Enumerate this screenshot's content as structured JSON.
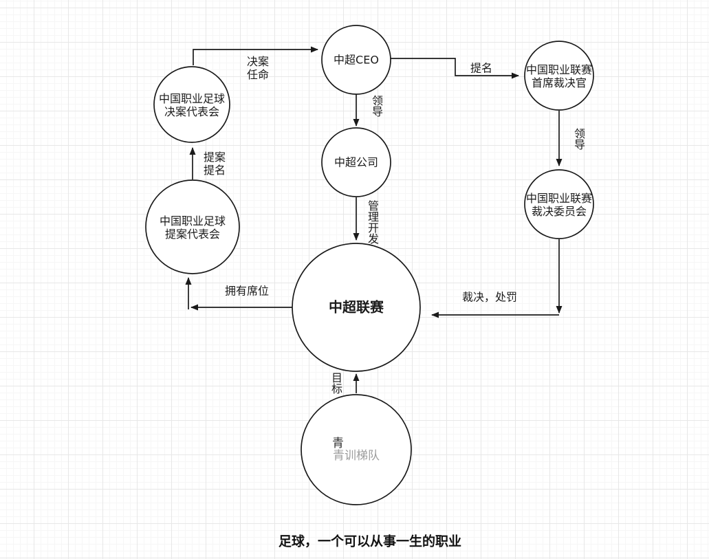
{
  "diagram": {
    "caption": "足球，一个可以从事一生的职业",
    "nodes": {
      "ceo": {
        "label": "中超CEO"
      },
      "decision_congress": {
        "label": "中国职业足球\n决案代表会"
      },
      "proposal_congress": {
        "label": "中国职业足球\n提案代表会"
      },
      "csl_company": {
        "label": "中超公司"
      },
      "csl_league": {
        "label": "中超联赛"
      },
      "youth_academy": {
        "label": "青训梯队",
        "overlay_char": "青"
      },
      "chief_adjudicator": {
        "label": "中国职业联赛\n首席裁决官"
      },
      "adjudication_committee": {
        "label": "中国职业联赛\n裁决委员会"
      }
    },
    "edges": {
      "decision_to_ceo": {
        "label": "决案\n任命"
      },
      "ceo_to_chief": {
        "label": "提名"
      },
      "ceo_to_company": {
        "label": "领\n导"
      },
      "company_to_league": {
        "label": "管\n理\n开\n发"
      },
      "chief_to_committee": {
        "label": "领\n导"
      },
      "committee_to_league": {
        "label": "裁决，处罚"
      },
      "league_to_proposal": {
        "label": "拥有席位"
      },
      "proposal_to_decision": {
        "label": "提案\n提名"
      },
      "youth_to_league": {
        "label": "目\n标"
      }
    },
    "colors": {
      "stroke": "#1a1a1a",
      "text": "#1b1b1b",
      "muted_text": "#9c9c9c",
      "grid_major": "#e7e7e7",
      "grid_minor": "#f6f6f6",
      "background": "#ffffff"
    }
  }
}
